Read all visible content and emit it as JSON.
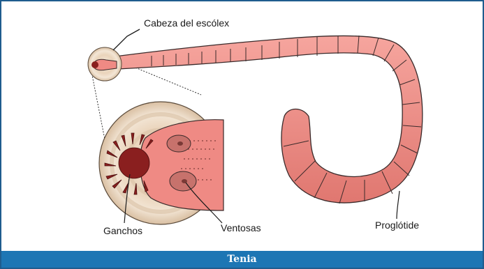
{
  "labels": {
    "head": "Cabeza del escólex",
    "hooks": "Ganchos",
    "suckers": "Ventosas",
    "segment": "Proglótide"
  },
  "caption": "Tenia",
  "colors": {
    "border": "#1f5c8e",
    "caption_bar": "#1d76b4",
    "worm_fill": "#ef8a84",
    "worm_stroke": "#3a2a2a",
    "disc": "#ecd9c3",
    "hooks": "#8a1f1f"
  }
}
